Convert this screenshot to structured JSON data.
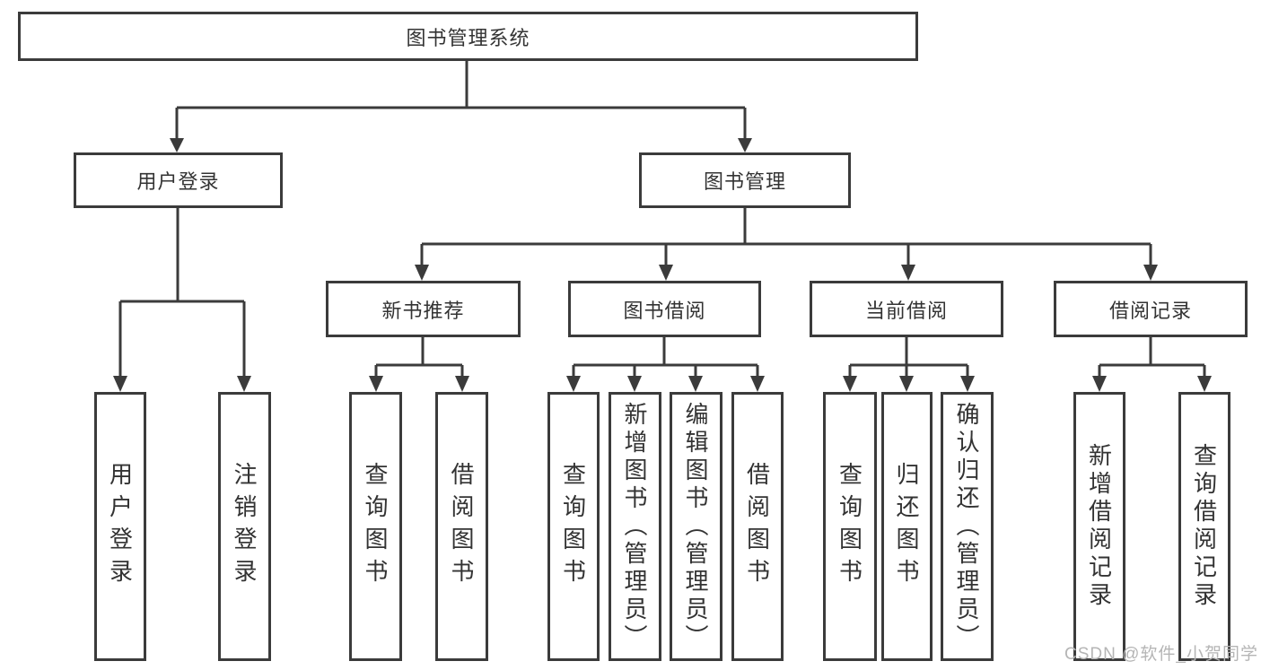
{
  "colors": {
    "background": "#ffffff",
    "line": "#3b3b3b",
    "text": "#333333",
    "watermark_text": "#b5b5b5"
  },
  "tree": {
    "root": "图书管理系统",
    "branches": [
      {
        "label": "用户登录",
        "children": [
          "用户登录",
          "注销登录"
        ]
      },
      {
        "label": "图书管理",
        "groups": [
          {
            "label": "新书推荐",
            "children": [
              "查询图书",
              "借阅图书"
            ]
          },
          {
            "label": "图书借阅",
            "children": [
              "查询图书",
              "新增图书（管理员）",
              "编辑图书（管理员）",
              "借阅图书"
            ]
          },
          {
            "label": "当前借阅",
            "children": [
              "查询图书",
              "归还图书",
              "确认归还（管理员）"
            ]
          },
          {
            "label": "借阅记录",
            "children": [
              "新增借阅记录",
              "查询借阅记录"
            ]
          }
        ]
      }
    ]
  },
  "watermark": "CSDN @软件_小贺同学"
}
